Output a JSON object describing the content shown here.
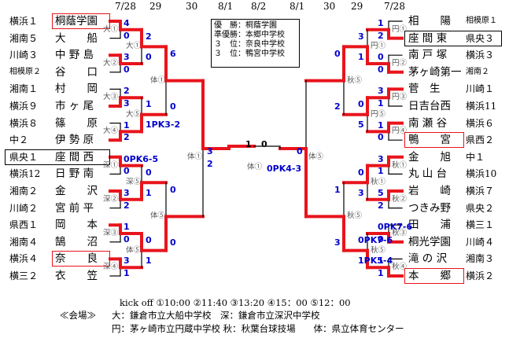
{
  "dates": [
    "7/28",
    "29",
    "30",
    "8/1",
    "8/2",
    "8/1",
    "30",
    "29",
    "7/28"
  ],
  "results": {
    "champion": "優　勝：桐蔭学園",
    "runner_up": "準優勝：本郷中学校",
    "third_1": "３　位：奈良中学校",
    "third_2": "３　位：鴨宮中学校"
  },
  "left_teams": [
    {
      "pref": "横浜１",
      "name": "桐蔭学園",
      "boxed": true,
      "red": true
    },
    {
      "pref": "湘南５",
      "name": "大　　船"
    },
    {
      "pref": "川崎３",
      "name": "中 野 島"
    },
    {
      "pref": "相模原２",
      "name": "谷　　口",
      "small": true
    },
    {
      "pref": "湘南１",
      "name": "村　　岡"
    },
    {
      "pref": "横浜９",
      "name": "市 ヶ 尾"
    },
    {
      "pref": "横浜８",
      "name": "篠　　原"
    },
    {
      "pref": "中２",
      "name": "伊 勢 原"
    },
    {
      "pref": "県央１",
      "name": "座 間 西",
      "boxed": true
    },
    {
      "pref": "横浜12",
      "name": "日 野 南"
    },
    {
      "pref": "湘南２",
      "name": "金　　沢"
    },
    {
      "pref": "川崎２",
      "name": "宮 前 平"
    },
    {
      "pref": "県西１",
      "name": "岡　　本"
    },
    {
      "pref": "湘南４",
      "name": "鵠　　沼"
    },
    {
      "pref": "横浜４",
      "name": "奈　　良",
      "boxed": true,
      "red": true
    },
    {
      "pref": "横三２",
      "name": "衣　　笠"
    }
  ],
  "right_teams": [
    {
      "name": "相　　陽",
      "pref": "相模原１",
      "small": true
    },
    {
      "name": "座 間 東",
      "pref": "県央３",
      "boxed": true
    },
    {
      "name": "南 戸 塚",
      "pref": "横浜３"
    },
    {
      "name": "茅ヶ崎第一",
      "pref": "湘南２",
      "small": true
    },
    {
      "name": "菅　生",
      "pref": "川崎１"
    },
    {
      "name": "日吉台西",
      "pref": "横浜11"
    },
    {
      "name": "南 瀬 谷",
      "pref": "横浜６"
    },
    {
      "name": "鴨　　宮",
      "pref": "県西２",
      "boxed": true,
      "red": true
    },
    {
      "name": "金　　旭",
      "pref": "中１"
    },
    {
      "name": "丸 山 台",
      "pref": "横浜10"
    },
    {
      "name": "岩　　崎",
      "pref": "横浜７"
    },
    {
      "name": "つきみ野",
      "pref": "県央２"
    },
    {
      "name": "田　　浦",
      "pref": "横三１"
    },
    {
      "name": "桐光学園",
      "pref": "川崎４"
    },
    {
      "name": "滝 の 沢",
      "pref": "湘南３"
    },
    {
      "name": "本　　郷",
      "pref": "横浜２",
      "boxed": true,
      "red": true
    }
  ],
  "venues": {
    "l1": [
      "大①",
      "大②",
      "大③",
      "大④",
      "深①",
      "深②",
      "深③",
      "深④"
    ],
    "l2": [
      "大①",
      "大⑤",
      "深⑤",
      "体⑤"
    ],
    "l3": [
      "体①",
      "体⑤"
    ],
    "center_left": "体①",
    "center": "体①",
    "center_right": "体⑤",
    "r3": [
      "秋⑤",
      "秋⑤"
    ],
    "r2": [
      "円①",
      "円⑤",
      "秋①",
      "秋⑤"
    ],
    "r1": [
      "円①",
      "円②",
      "円③",
      "円④",
      "秋①",
      "秋②",
      "秋③",
      "秋④"
    ]
  },
  "scores": {
    "l1": [
      [
        "4",
        "0"
      ],
      [
        "3",
        "0"
      ],
      [
        "2",
        "3"
      ],
      [
        "1",
        "2"
      ],
      [
        "0PK6-5",
        "0"
      ],
      [
        "3",
        "2"
      ],
      [
        "1",
        "0"
      ],
      [
        "3",
        "1"
      ]
    ],
    "l2": [
      [
        "2",
        "0"
      ],
      [
        "1",
        "1PK3-2"
      ],
      [
        "0",
        "1"
      ],
      [
        "0",
        "1"
      ]
    ],
    "l3": [
      [
        "6",
        "0"
      ],
      [
        "0",
        "0"
      ]
    ],
    "semis_left": [
      "3",
      "2"
    ],
    "final": [
      "1",
      "0"
    ],
    "semis_right": [
      "0",
      "0PK4-3"
    ],
    "r3": [
      [
        "0",
        "2"
      ],
      [
        "1",
        "3"
      ]
    ],
    "r2": [
      [
        "3",
        "1"
      ],
      [
        "0",
        "5"
      ],
      [
        "0",
        "3"
      ],
      [
        "0PK7-6",
        "1PK5-4"
      ]
    ],
    "r1": [
      [
        "1",
        "2"
      ],
      [
        "0",
        "0"
      ],
      [
        "3",
        "1"
      ],
      [
        "1",
        "0"
      ],
      [
        "3",
        "1"
      ],
      [
        "5",
        "2"
      ],
      [
        "0PK7-6",
        "0"
      ],
      [
        "1",
        "1"
      ]
    ]
  },
  "footer": {
    "kickoff": "kick off ①10:00 ②11:40 ③13:20 ④15：00 ⑤12：00",
    "venue_label": "≪会場≫",
    "venue_line1": "大：鎌倉市立大船中学校　深：鎌倉市立深沢中学校",
    "venue_line2": "円：茅ヶ崎市立円蔵中学校 秋：秋葉台球技場　　体：県立体育センター"
  }
}
